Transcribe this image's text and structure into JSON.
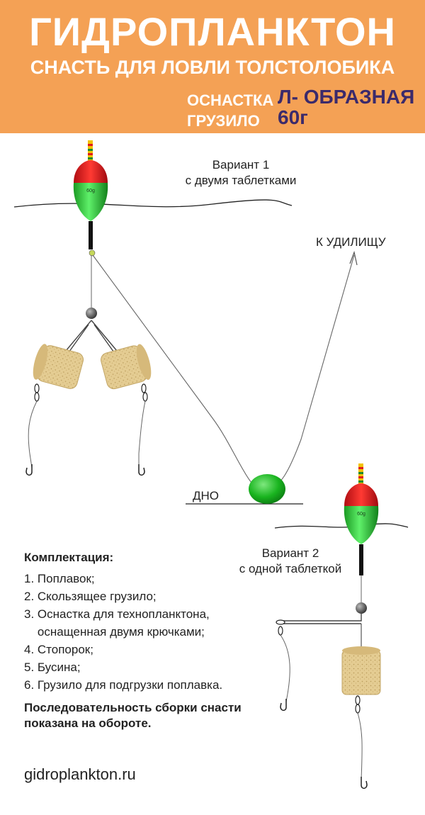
{
  "header": {
    "title": "ГИДРОПЛАНКТОН",
    "subtitle": "СНАСТЬ ДЛЯ ЛОВЛИ ТОЛСТОЛОБИКА",
    "rig_label": "ОСНАСТКА",
    "rig_value": "Л- ОБРАЗНАЯ",
    "weight_label": "ГРУЗИЛО",
    "weight_value": "60г"
  },
  "diagram": {
    "float_mark": "60g",
    "variant1_line1": "Вариант 1",
    "variant1_line2": "с двумя таблетками",
    "rod_label": "К УДИЛИЩУ",
    "bottom_label": "ДНО",
    "variant2_line1": "Вариант 2",
    "variant2_line2": "с одной таблеткой"
  },
  "kit": {
    "title": "Комплектация:",
    "items": [
      "1. Поплавок;",
      "2. Скользящее грузило;",
      "3. Оснастка для технопланктона,",
      "    оснащенная двумя крючками;",
      "4. Стопорок;",
      "5. Бусина;",
      "6. Грузило для подгрузки поплавка."
    ]
  },
  "note": {
    "line1": "Последовательность сборки снасти",
    "line2": "показана на обороте."
  },
  "footer": {
    "site": "gidroplankton.ru"
  },
  "colors": {
    "header_bg": "#f4a155",
    "accent_purple": "#3b2a6b",
    "float_red": "#e8141b",
    "float_green": "#2fd23a",
    "sinker_green": "#19b41f",
    "cork": "#e4cc92"
  }
}
